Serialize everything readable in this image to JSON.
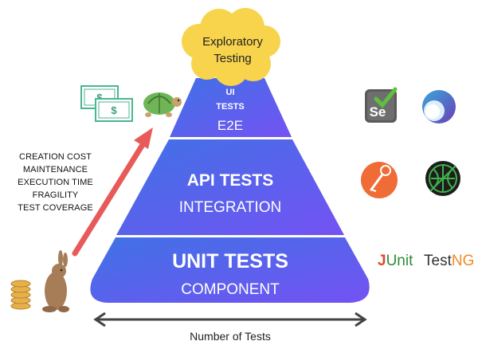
{
  "cloud": {
    "line1": "Exploratory",
    "line2": "Testing"
  },
  "pyramid": {
    "top": {
      "line1": "UI",
      "line2": "TESTS",
      "line3": "E2E"
    },
    "middle": {
      "line1": "API TESTS",
      "line2": "INTEGRATION"
    },
    "bottom": {
      "line1": "UNIT TESTS",
      "line2": "COMPONENT"
    }
  },
  "cost_factors": [
    "CREATION COST",
    "MAINTENANCE",
    "EXECUTION TIME",
    "FRAGILITY",
    "TEST COVERAGE"
  ],
  "axis_label": "Number of Tests",
  "tools": {
    "selenium": "Se",
    "junit_j": "J",
    "junit_rest": "Unit",
    "testng_test": "Test",
    "testng_ng": "NG"
  },
  "icons": [
    "money-icon",
    "turtle-icon",
    "rabbit-icon",
    "coins-icon",
    "selenium-logo-icon",
    "cypress-logo-icon",
    "postman-logo-icon",
    "katalon-logo-icon"
  ],
  "colors": {
    "pyramid_top": "#4a6ee8",
    "pyramid_bottom": "#6c54f2",
    "cloud": "#f7d44c",
    "arrow": "#e85a5a",
    "postman": "#ef6c36",
    "junit_j": "#e0492f",
    "junit_unit": "#2e8b3a",
    "testng_ng": "#f08a26"
  }
}
